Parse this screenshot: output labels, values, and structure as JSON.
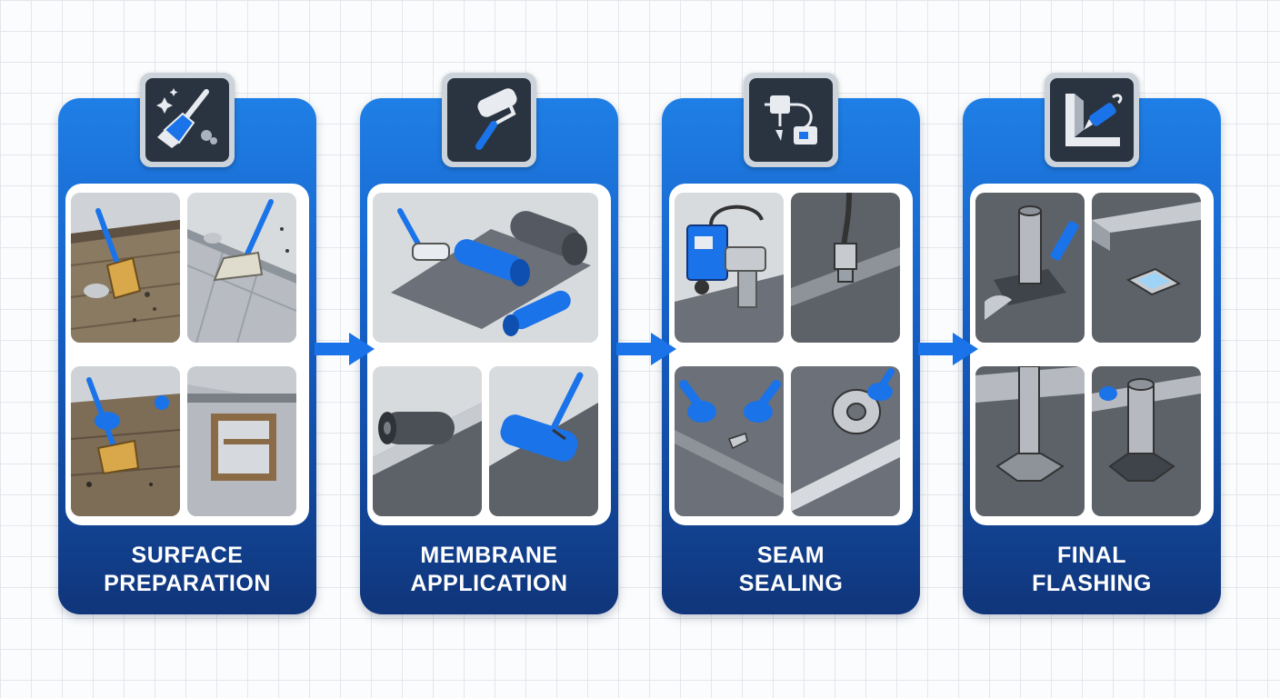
{
  "steps": [
    {
      "line1": "SURFACE",
      "line2": "PREPARATION",
      "icon": "broom-icon"
    },
    {
      "line1": "MEMBRANE",
      "line2": "APPLICATION",
      "icon": "paint-roller-icon"
    },
    {
      "line1": "SEAM",
      "line2": "SEALING",
      "icon": "heat-welder-icon"
    },
    {
      "line1": "FINAL",
      "line2": "FLASHING",
      "icon": "sealant-tube-icon"
    }
  ],
  "colors": {
    "card_top": "#1f7fe6",
    "card_bottom": "#10357a",
    "accent_blue": "#1a73e8",
    "membrane_gray": "#6b7079",
    "icon_bg": "#2a3340"
  }
}
